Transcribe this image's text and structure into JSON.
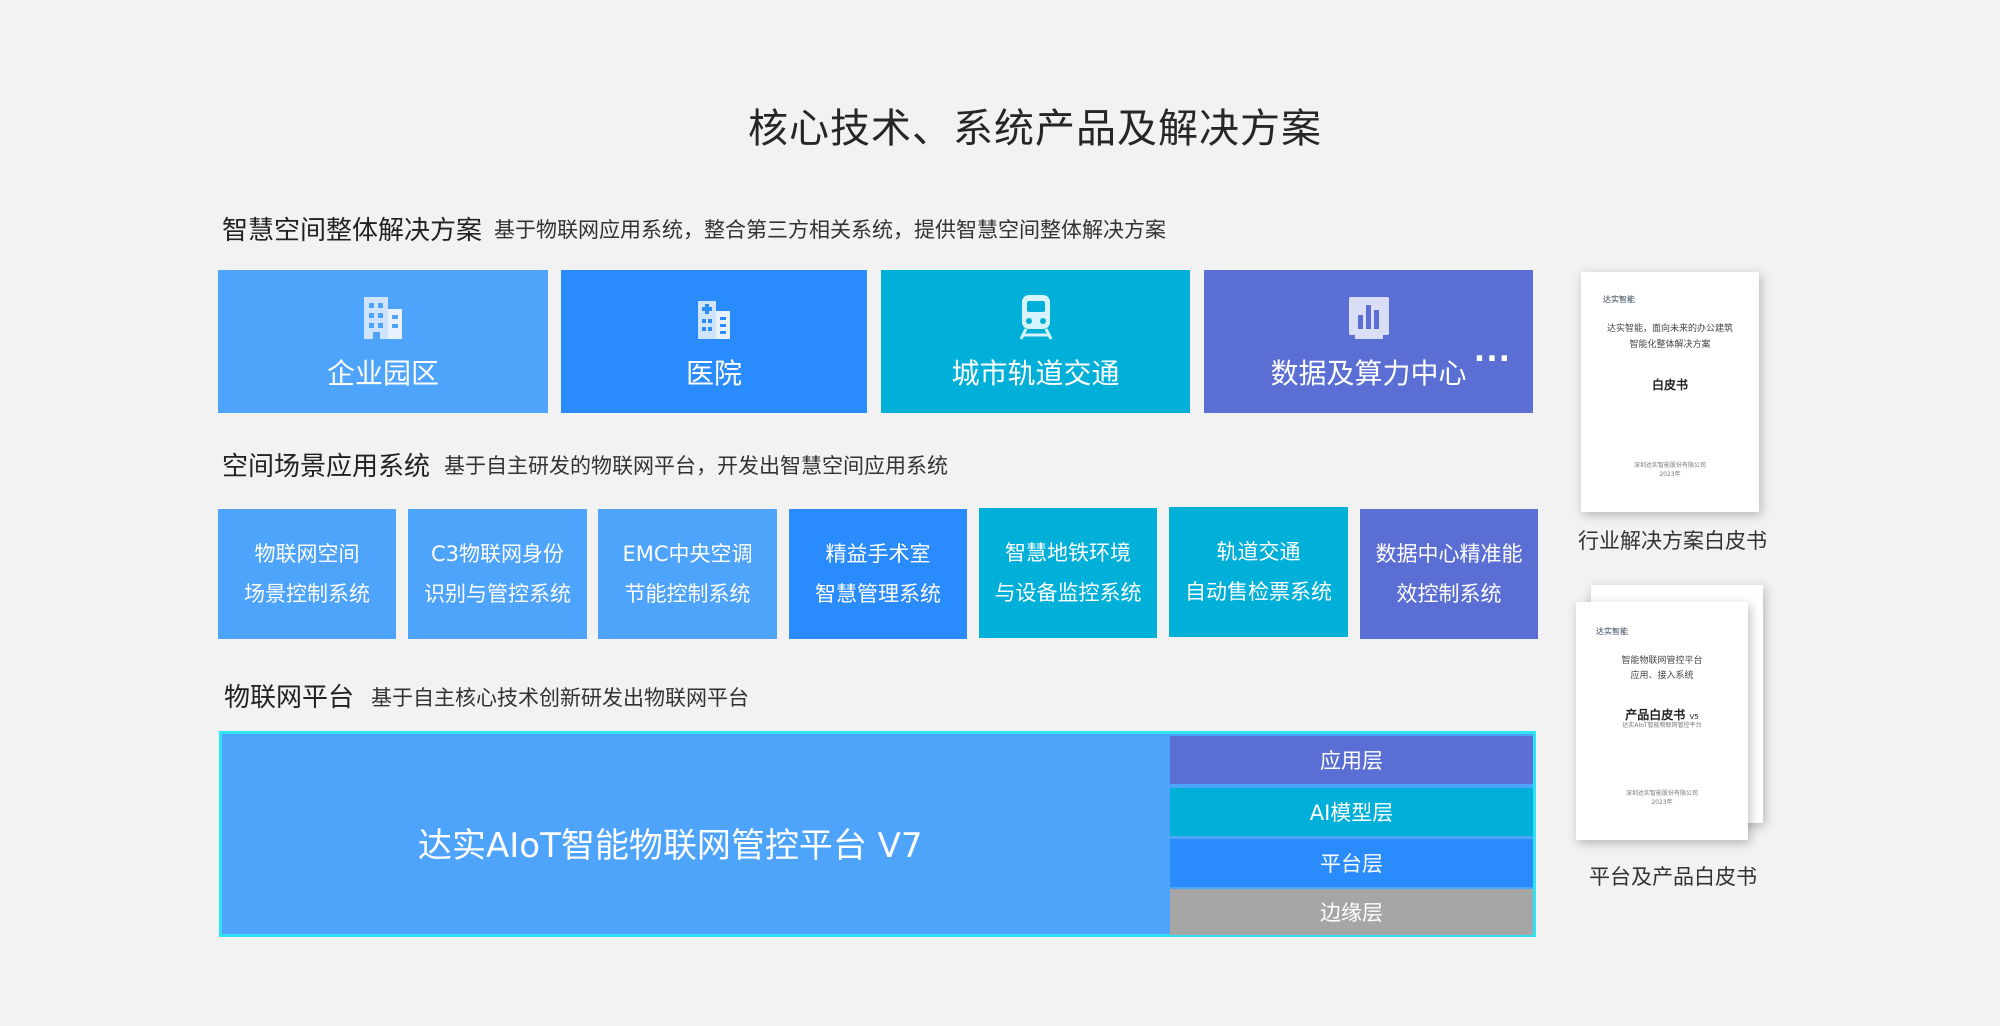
{
  "title": "核心技术、系统产品及解决方案",
  "sections": {
    "solutions": {
      "title": "智慧空间整体解决方案",
      "desc": "基于物联网应用系统，整合第三方相关系统，提供智慧空间整体解决方案",
      "items": [
        {
          "label": "企业园区",
          "icon": "building-icon",
          "color": "#4ea3fb"
        },
        {
          "label": "医院",
          "icon": "hospital-icon",
          "color": "#2a8bfd"
        },
        {
          "label": "城市轨道交通",
          "icon": "train-icon",
          "color": "#00b0d8"
        },
        {
          "label": "数据及算力中心",
          "icon": "data-chart-icon",
          "color": "#5b6ed4"
        }
      ],
      "more": "..."
    },
    "scenes": {
      "title": "空间场景应用系统",
      "desc": "基于自主研发的物联网平台，开发出智慧空间应用系统",
      "items": [
        {
          "line1": "物联网空间",
          "line2": "场景控制系统",
          "color": "#4ea3fb"
        },
        {
          "line1": "C3物联网身份",
          "line2": "识别与管控系统",
          "color": "#4ea3fb"
        },
        {
          "line1": "EMC中央空调",
          "line2": "节能控制系统",
          "color": "#4ea3fb"
        },
        {
          "line1": "精益手术室",
          "line2": "智慧管理系统",
          "color": "#2a8bfd"
        },
        {
          "line1": "智慧地铁环境",
          "line2": "与设备监控系统",
          "color": "#00b0d8"
        },
        {
          "line1": "轨道交通",
          "line2": "自动售检票系统",
          "color": "#00b0d8"
        },
        {
          "line1": "数据中心精准能",
          "line2": "效控制系统",
          "color": "#5b6ed4"
        }
      ]
    },
    "platform": {
      "title": "物联网平台",
      "desc": "基于自主核心技术创新研发出物联网平台",
      "name": "达实AIoT智能物联网管控平台 V7",
      "layers": [
        {
          "label": "应用层",
          "color": "#5b6ed4"
        },
        {
          "label": "AI模型层",
          "color": "#00b0d8"
        },
        {
          "label": "平台层",
          "color": "#2a8bfd"
        },
        {
          "label": "边缘层",
          "color": "#a6a6a6"
        }
      ]
    }
  },
  "whitepapers": [
    {
      "label": "行业解决方案白皮书",
      "logo": "达实智能",
      "line1": "达实智能，面向未来的办公建筑",
      "line2": "智能化整体解决方案",
      "heading": "白皮书",
      "footer1": "深圳达实智能股份有限公司",
      "footer2": "2023年"
    },
    {
      "label": "平台及产品白皮书",
      "logo": "达实智能",
      "line1": "智能物联网管控平台",
      "line2": "应用、接入系统",
      "heading": "产品白皮书",
      "heading_suffix": "V5",
      "sub": "达实AIoT智能物联网管控平台",
      "footer1": "深圳达实智能股份有限公司",
      "footer2": "2023年"
    }
  ]
}
